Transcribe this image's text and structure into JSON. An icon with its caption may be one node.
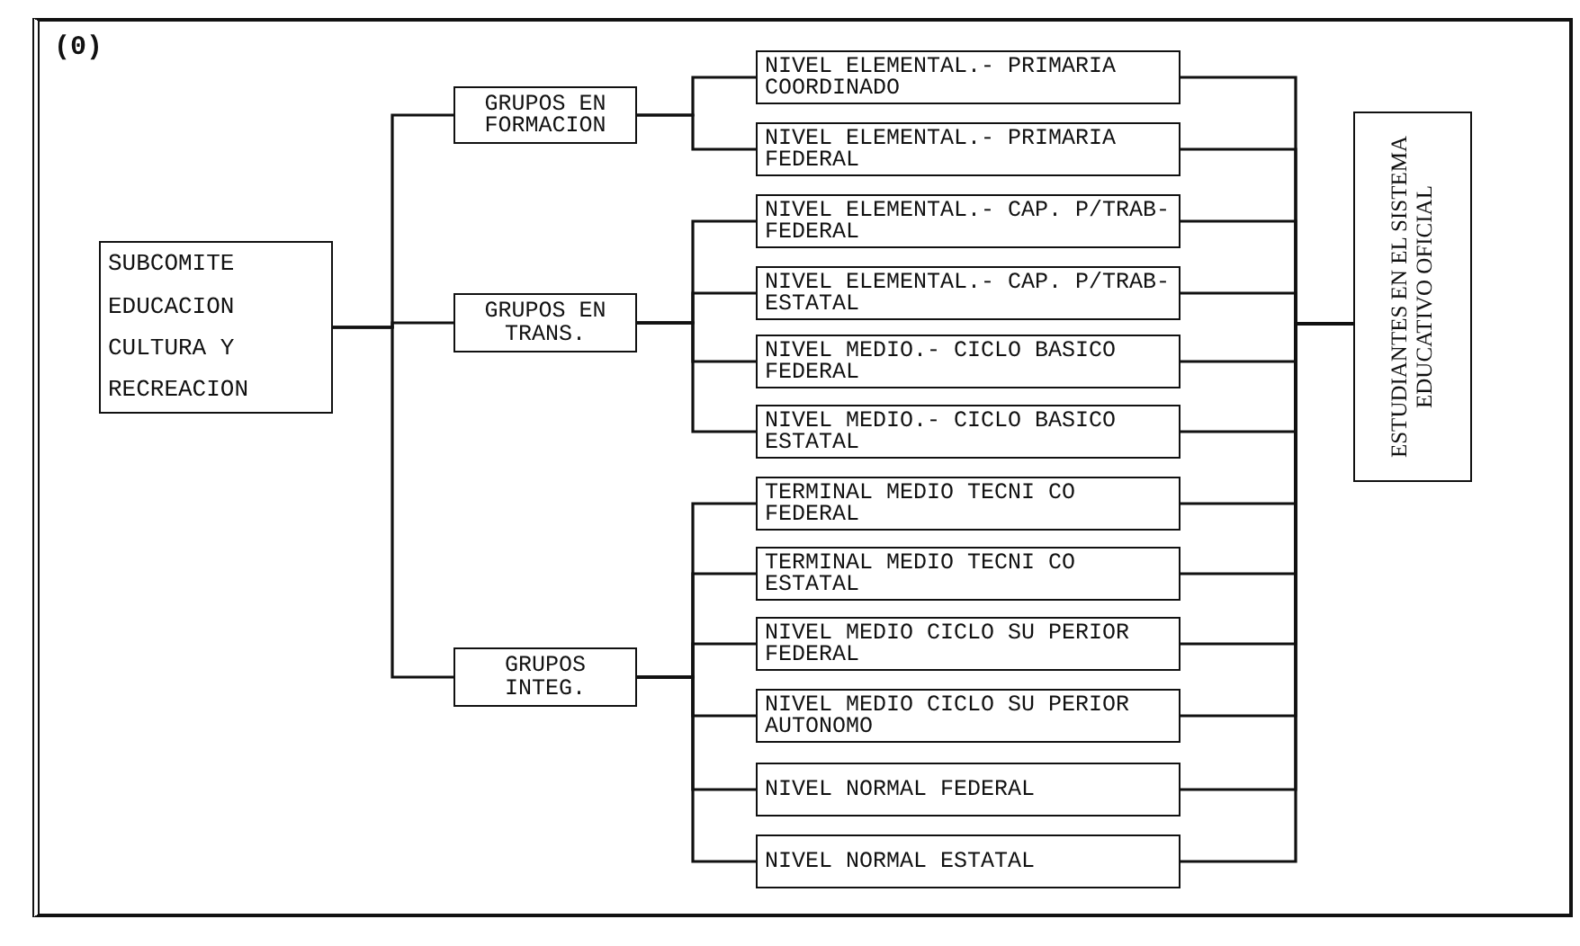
{
  "diagram": {
    "nodes": [
      {
        "text": [
          "SUBCOMITE EDUCACION CULTURA Y RECREACION"
        ]
      },
      {
        "text": [
          "GRUPOS EN FORMACION"
        ]
      },
      {
        "text": [
          "GRUPOS EN TRANS."
        ]
      },
      {
        "text": [
          "GRUPOS INTEG."
        ]
      },
      {
        "text": [
          "NIVEL ELEMENTAL.- PRIMARIA COORDINADO"
        ]
      },
      {
        "text": [
          "NIVEL ELEMENTAL.- PRIMARIA FEDERAL"
        ]
      },
      {
        "text": [
          "NIVEL ELEMENTAL.- CAP. P/TRAB-FEDERAL"
        ]
      },
      {
        "text": [
          "NIVEL ELEMENTAL.- CAP. P/TRAB-ESTATAL"
        ]
      },
      {
        "text": [
          "NIVEL MEDIO.- CICLO BASICO FEDERAL"
        ]
      },
      {
        "text": [
          "NIVEL MEDIO.- CICLO BASICO ESTATAL"
        ]
      },
      {
        "text": [
          "TERMINAL MEDIO TECNI CO FEDERAL"
        ]
      },
      {
        "text": [
          "TERMINAL MEDIO TECNI CO ESTATAL"
        ]
      },
      {
        "text": [
          "NIVEL MEDIO CICLO SU PERIOR FEDERAL"
        ]
      },
      {
        "text": [
          "NIVEL MEDIO CICLO SU PERIOR AUTONOMO"
        ]
      },
      {
        "text": [
          "NIVEL NORMAL FEDERAL"
        ]
      },
      {
        "text": [
          "NIVEL NORMAL ESTATAL"
        ]
      },
      {
        "text": [
          "ESTUDIANTES EN EL SISTEMA EDUCATIVO OFICIAL"
        ]
      }
    ],
    "edges": [
      {
        "from": 0,
        "to": 1,
        "arrow": "none"
      },
      {
        "from": 0,
        "to": 2,
        "arrow": "none"
      },
      {
        "from": 0,
        "to": 3,
        "arrow": "none"
      },
      {
        "from": 1,
        "to": 4,
        "arrow": "none"
      },
      {
        "from": 1,
        "to": 5,
        "arrow": "none"
      },
      {
        "from": 2,
        "to": 6,
        "arrow": "none"
      },
      {
        "from": 2,
        "to": 7,
        "arrow": "none"
      },
      {
        "from": 2,
        "to": 8,
        "arrow": "none"
      },
      {
        "from": 2,
        "to": 9,
        "arrow": "none"
      },
      {
        "from": 3,
        "to": 10,
        "arrow": "none"
      },
      {
        "from": 3,
        "to": 11,
        "arrow": "none"
      },
      {
        "from": 3,
        "to": 12,
        "arrow": "none"
      },
      {
        "from": 3,
        "to": 13,
        "arrow": "none"
      },
      {
        "from": 3,
        "to": 14,
        "arrow": "none"
      },
      {
        "from": 3,
        "to": 15,
        "arrow": "none"
      },
      {
        "from": 4,
        "to": 16,
        "arrow": "none"
      },
      {
        "from": 5,
        "to": 16,
        "arrow": "none"
      },
      {
        "from": 6,
        "to": 16,
        "arrow": "none"
      },
      {
        "from": 7,
        "to": 16,
        "arrow": "none"
      },
      {
        "from": 8,
        "to": 16,
        "arrow": "none"
      },
      {
        "from": 9,
        "to": 16,
        "arrow": "none"
      },
      {
        "from": 10,
        "to": 16,
        "arrow": "none"
      },
      {
        "from": 11,
        "to": 16,
        "arrow": "none"
      },
      {
        "from": 12,
        "to": 16,
        "arrow": "none"
      },
      {
        "from": 13,
        "to": 16,
        "arrow": "none"
      },
      {
        "from": 14,
        "to": 16,
        "arrow": "none"
      },
      {
        "from": 15,
        "to": 16,
        "arrow": "none"
      }
    ],
    "labels": [
      "(0)"
    ]
  }
}
